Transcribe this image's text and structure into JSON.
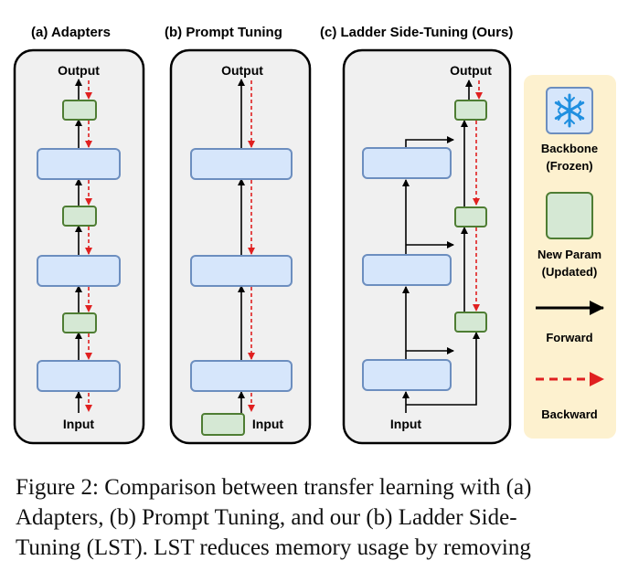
{
  "panels": {
    "a": {
      "title": "(a) Adapters",
      "output": "Output",
      "input": "Input"
    },
    "b": {
      "title": "(b) Prompt Tuning",
      "output": "Output",
      "input": "Input"
    },
    "c": {
      "title": "(c) Ladder Side-Tuning (Ours)",
      "output": "Output",
      "input": "Input"
    }
  },
  "legend": {
    "backbone": "Backbone",
    "backbone_sub": "(Frozen)",
    "new_param": "New Param",
    "new_param_sub": "(Updated)",
    "forward": "Forward",
    "backward": "Backward"
  },
  "colors": {
    "backbone_fill": "#d6e6fb",
    "backbone_stroke": "#6c8ebf",
    "param_fill": "#d5e8d4",
    "param_stroke": "#4e7d33",
    "backward_arrow": "#e02020",
    "legend_bg": "#fdf1cf",
    "panel_bg": "#f0f0f0"
  },
  "caption": {
    "lines": [
      "Figure 2: Comparison between transfer learning with (a)",
      "Adapters, (b) Prompt Tuning, and our (b) Ladder Side-",
      "Tuning (LST). LST reduces memory usage by removing"
    ]
  }
}
